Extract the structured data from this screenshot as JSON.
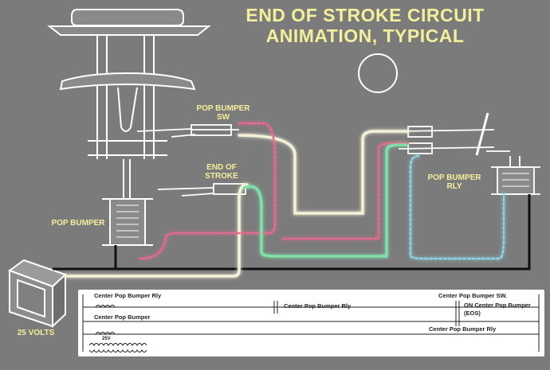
{
  "title": {
    "line1": "END OF STROKE CIRCUIT",
    "line2": "ANIMATION, TYPICAL"
  },
  "labels": {
    "pop_bumper_sw_1": "POP BUMPER",
    "pop_bumper_sw_2": "SW",
    "end_of_stroke_1": "END OF",
    "end_of_stroke_2": "STROKE",
    "pop_bumper": "POP BUMPER",
    "pop_bumper_rly_1": "POP BUMPER",
    "pop_bumper_rly_2": "RLY",
    "volts": "25 VOLTS"
  },
  "ladder": {
    "center_rly_left": "Center Pop Bumper Rly",
    "center_rly_mid": "Center Pop Bumper Rly",
    "center_sw": "Center Pop Bumper SW.",
    "on_center": "ON Center Pop Bumper",
    "eos": "(EOS)",
    "center_pop_bumper": "Center Pop Bumper",
    "center_rly_bottom": "Center Pop Bumper Rly",
    "transformer_label": "25V"
  },
  "colors": {
    "background": "#7b7b7b",
    "title": "#f3ef9a",
    "wire_white": "#f4f1d6",
    "wire_pink": "#e86a8e",
    "wire_green": "#7fe0a9",
    "wire_blue": "#8fd4e6",
    "wire_black": "#111111"
  }
}
